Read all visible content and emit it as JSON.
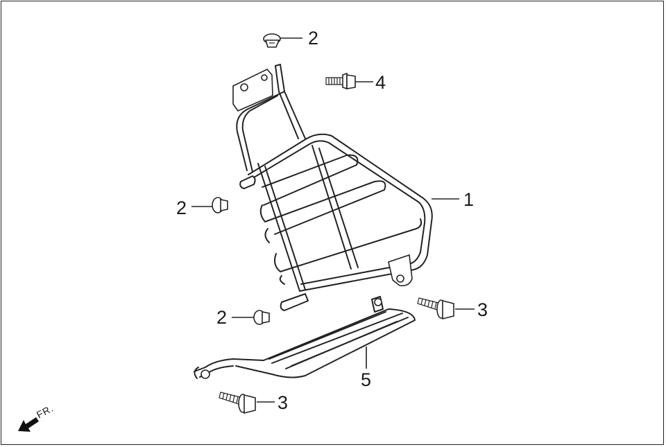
{
  "callouts": {
    "part_1": "1",
    "part_2_top": "2",
    "part_2_left": "2",
    "part_2_bottom": "2",
    "part_3_right": "3",
    "part_3_bottom": "3",
    "part_4": "4",
    "part_5": "5"
  },
  "direction_indicator": "FR."
}
